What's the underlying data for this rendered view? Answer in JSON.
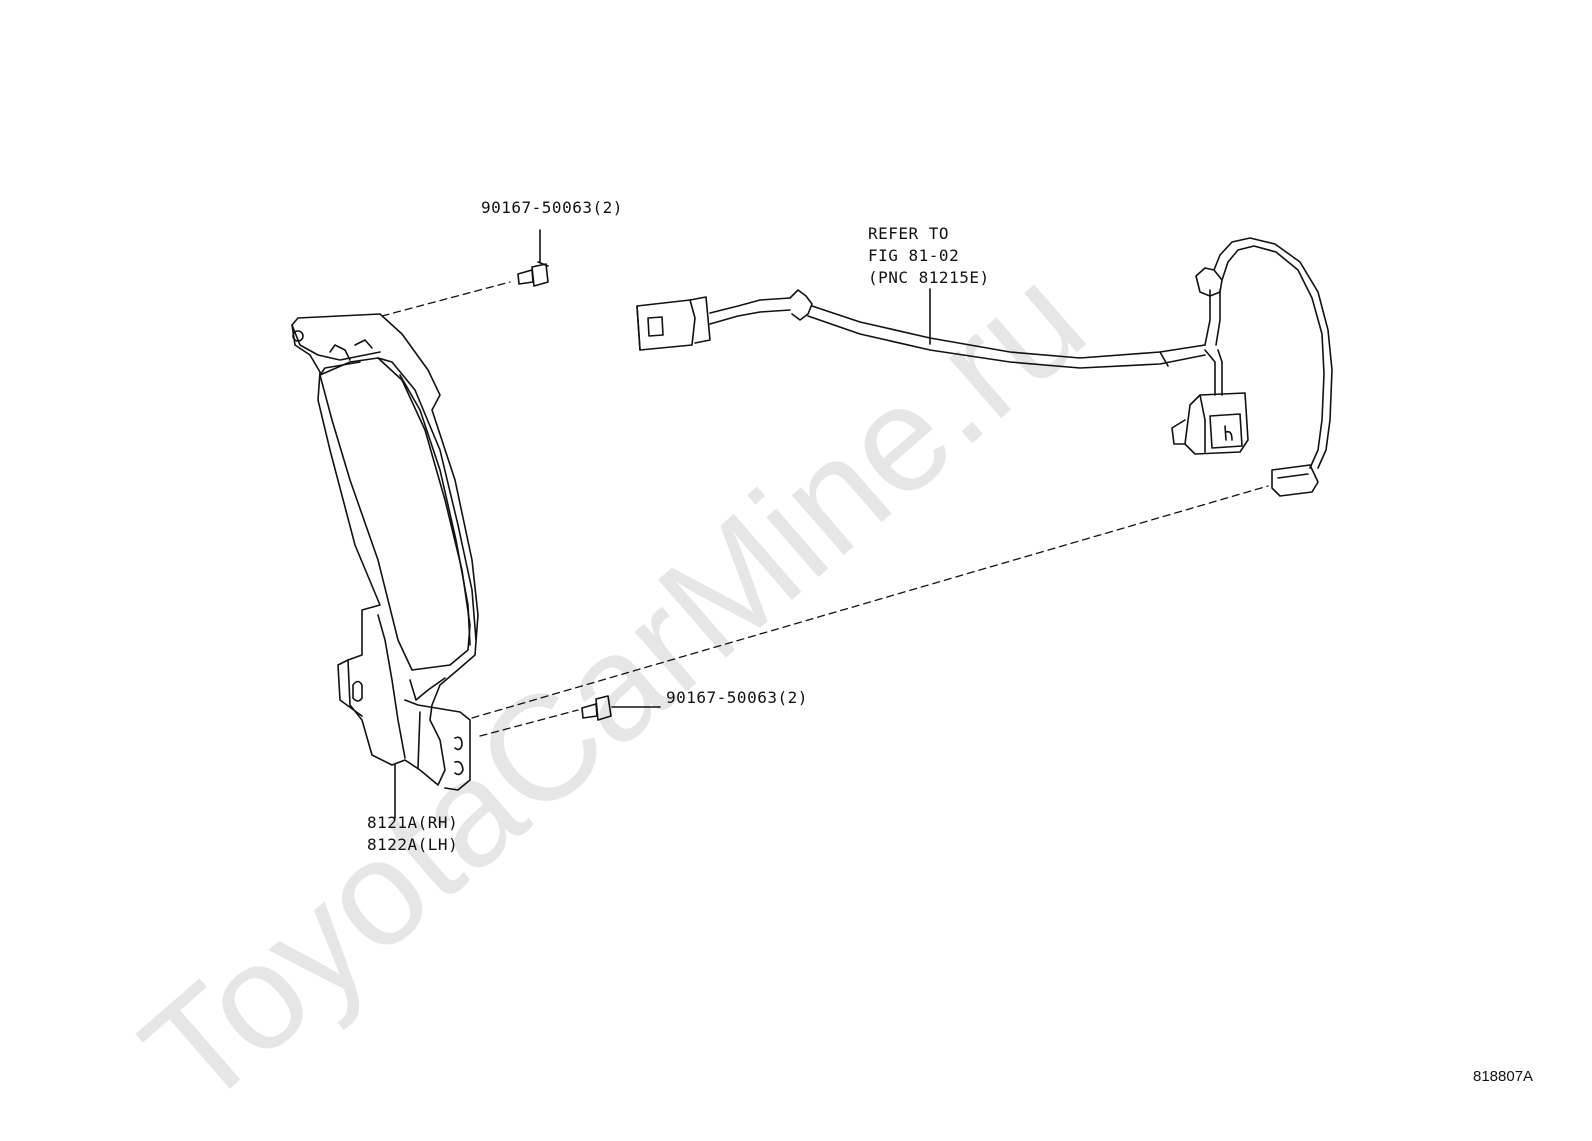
{
  "watermark": "ToyotaCarMine.ru",
  "labels": {
    "bolt_top": "90167-50063(2)",
    "bolt_bottom": "90167-50063(2)",
    "refer_line1": "REFER TO",
    "refer_line2": "FIG 81-02",
    "refer_line3": "(PNC 81215E)",
    "part_rh": "8121A(RH)",
    "part_lh": "8122A(LH)"
  },
  "diagram_code": "818807A",
  "colors": {
    "line": "#111111",
    "watermark": "#e6e6e6"
  }
}
